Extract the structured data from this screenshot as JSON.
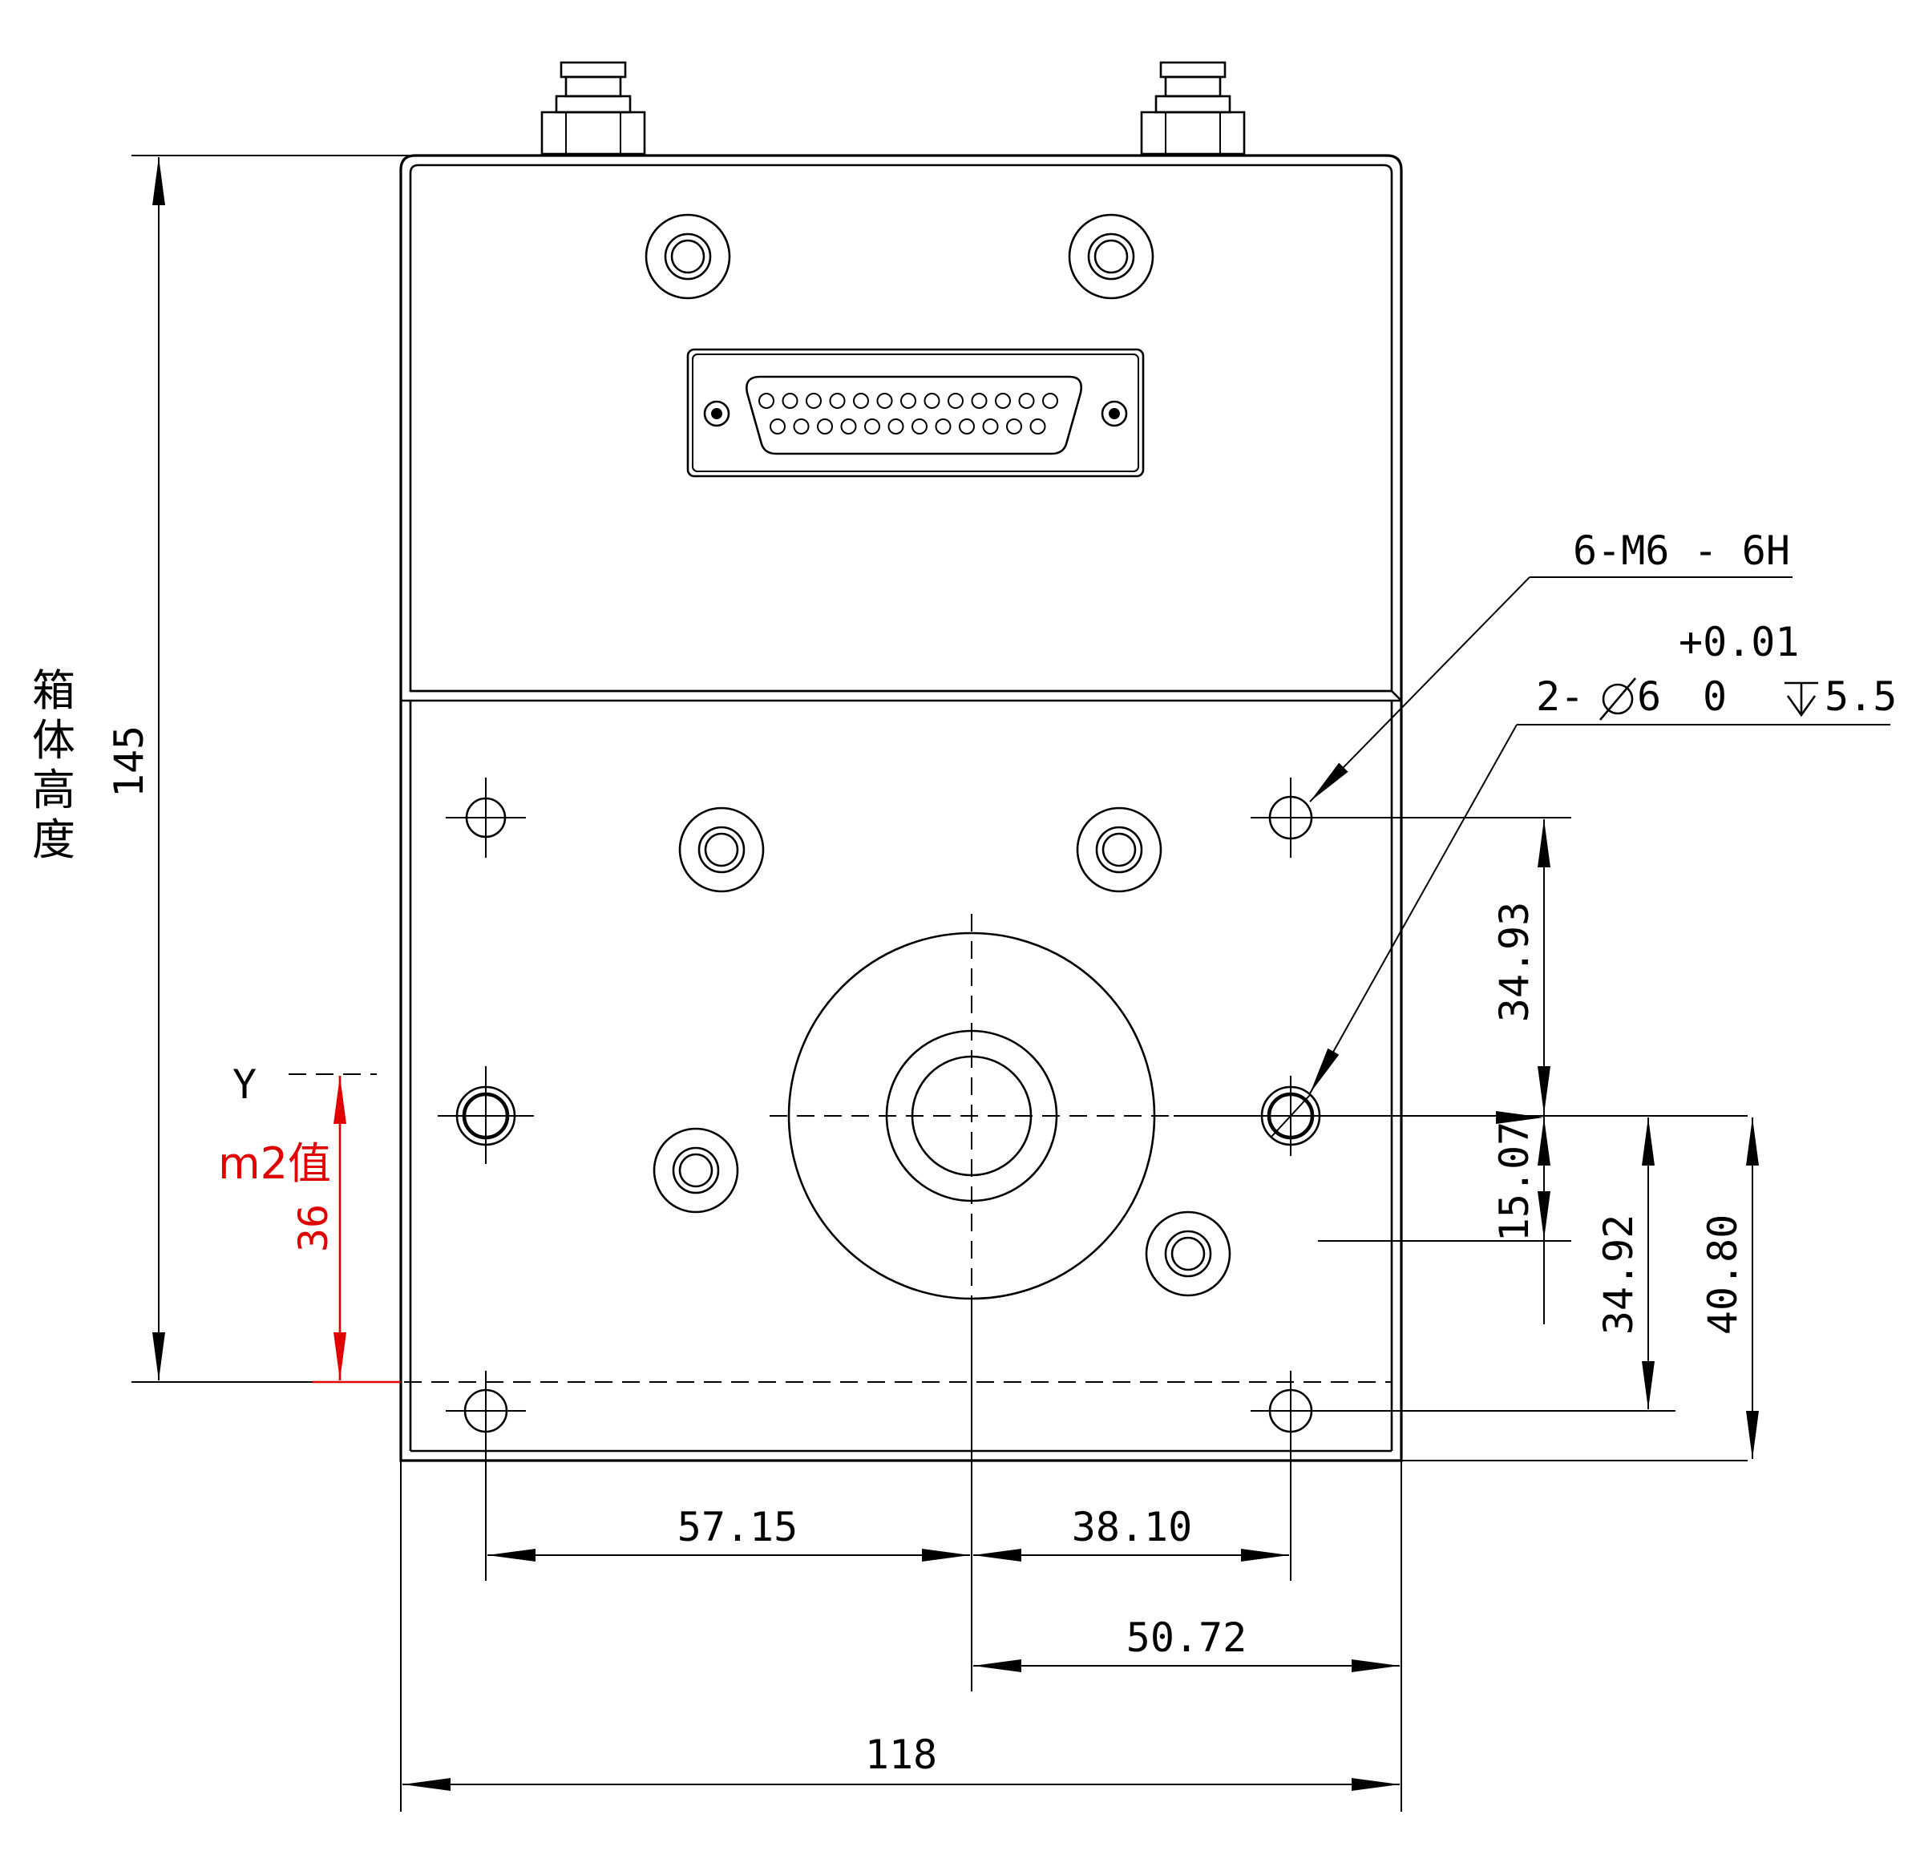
{
  "labels": {
    "box_height_label": "箱体高度",
    "height_145": "145",
    "thread_callout": "6-M6 - 6H",
    "tol_upper": "+0.01",
    "hole_callout_prefix": "2-",
    "hole_diameter": "6",
    "tol_lower": "0",
    "depth_value": "5.5",
    "dim_34_93": "34.93",
    "dim_15_07": "15.07",
    "dim_34_92": "34.92",
    "dim_40_80": "40.80",
    "dim_57_15": "57.15",
    "dim_38_10": "38.10",
    "dim_50_72": "50.72",
    "dim_118": "118",
    "y_label": "Y",
    "m2_label": "m2值",
    "dim_36": "36"
  },
  "colors": {
    "line": "#000000",
    "highlight": "#e00000",
    "background": "#ffffff"
  },
  "icons": {
    "diameter_symbol": "diameter-icon",
    "depth_symbol": "depth-icon",
    "connector": "db25-connector-icon"
  }
}
